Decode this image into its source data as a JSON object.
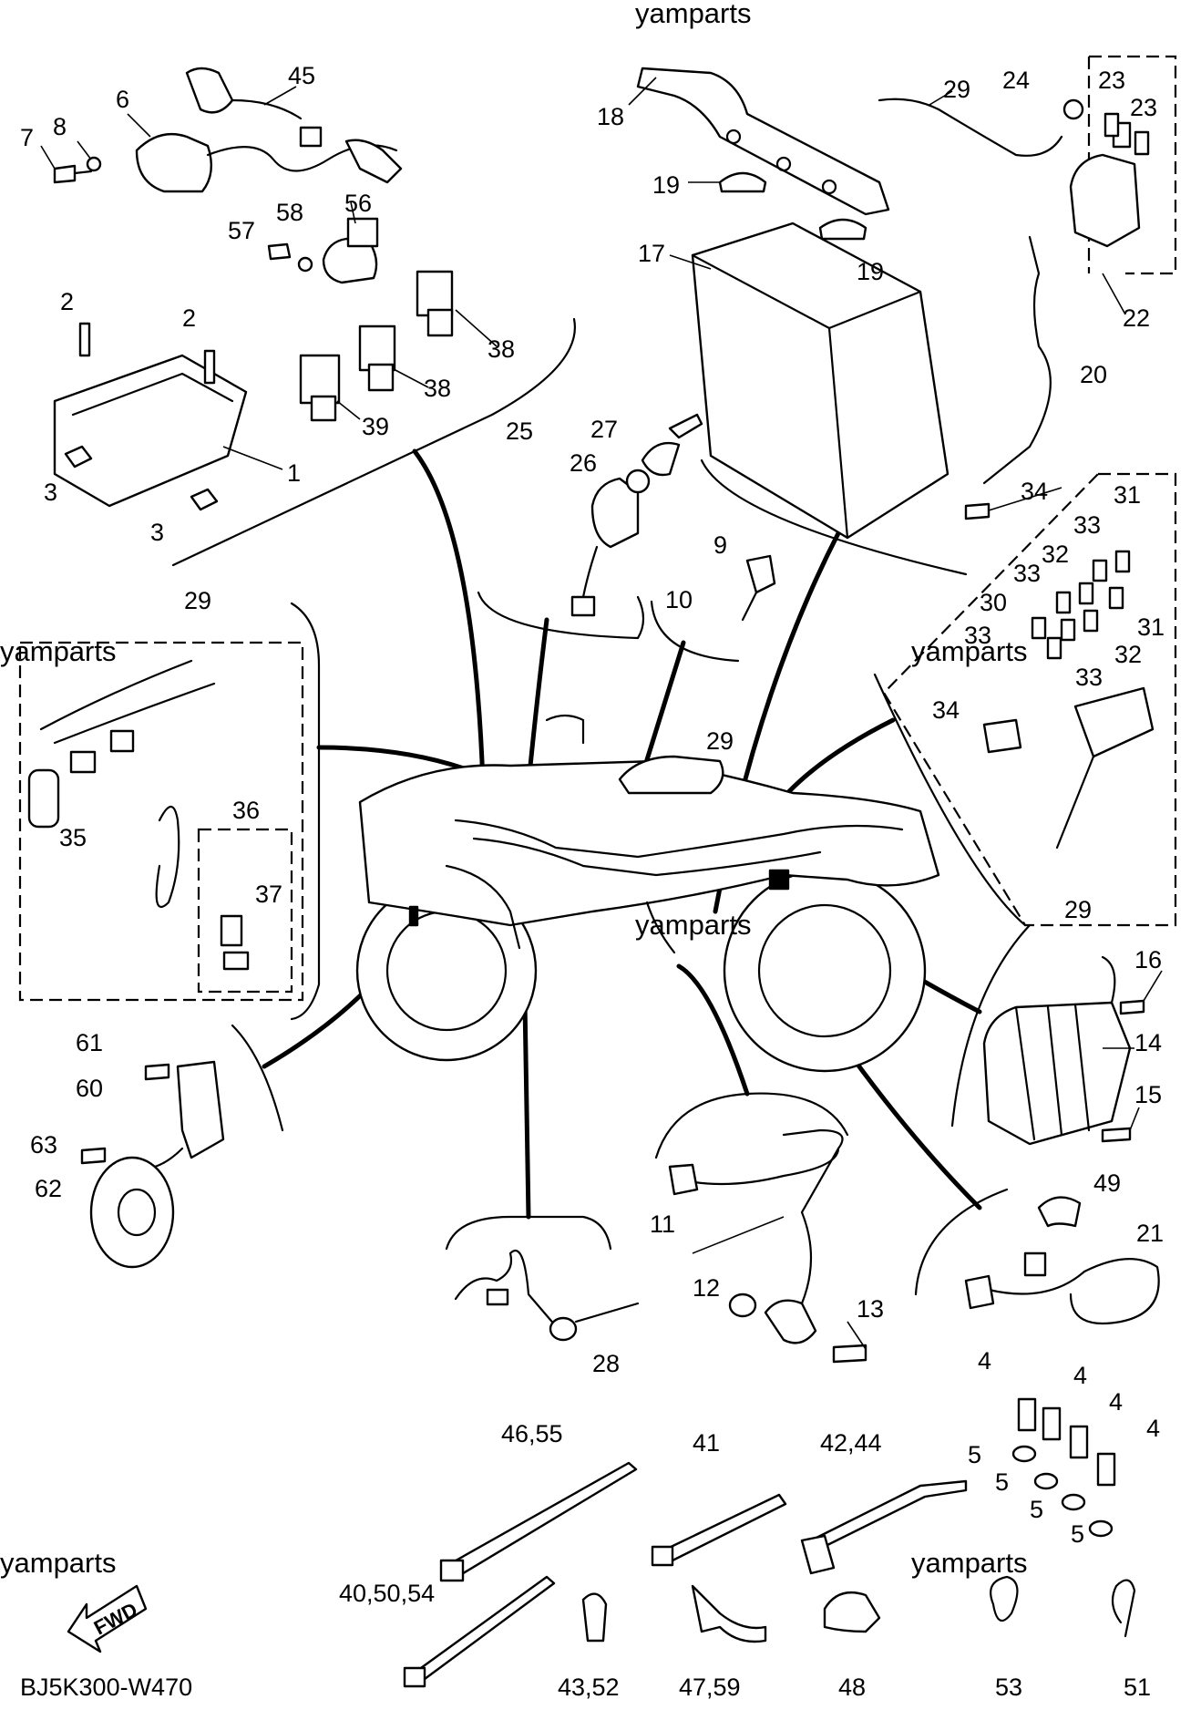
{
  "diagram": {
    "code": "BJ5K300-W470",
    "direction_label": "FWD",
    "watermarks": [
      "yamparts",
      "yamparts",
      "yamparts",
      "yamparts",
      "yamparts",
      "yamparts"
    ],
    "callouts": [
      "45",
      "6",
      "8",
      "7",
      "58",
      "56",
      "57",
      "2",
      "2",
      "38",
      "38",
      "39",
      "1",
      "3",
      "3",
      "18",
      "19",
      "19",
      "17",
      "29",
      "24",
      "23",
      "23",
      "22",
      "20",
      "34",
      "27",
      "25",
      "26",
      "9",
      "10",
      "31",
      "33",
      "32",
      "33",
      "30",
      "33",
      "31",
      "32",
      "33",
      "34",
      "29",
      "29",
      "35",
      "36",
      "37",
      "29",
      "16",
      "14",
      "15",
      "61",
      "60",
      "63",
      "62",
      "49",
      "21",
      "11",
      "12",
      "13",
      "28",
      "4",
      "4",
      "4",
      "4",
      "5",
      "5",
      "5",
      "5",
      "46,55",
      "41",
      "42,44",
      "40,50,54",
      "43,52",
      "47,59",
      "48",
      "53",
      "51"
    ]
  }
}
